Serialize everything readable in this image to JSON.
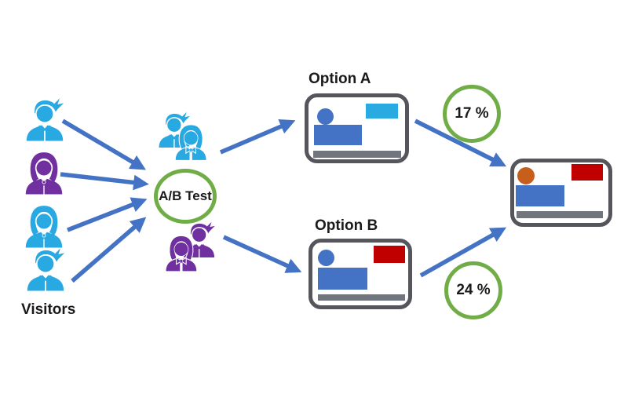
{
  "labels": {
    "visitors": "Visitors",
    "ab_test": "A/B Test",
    "option_a": "Option A",
    "option_b": "Option B",
    "rate_a": "17 %",
    "rate_b": "24 %"
  },
  "icons": {
    "visitor_1": "person-male-icon",
    "visitor_2": "person-female-icon",
    "visitor_3": "person-female-icon",
    "visitor_4": "person-male-icon",
    "group_a": "people-pair-icon",
    "group_b": "people-pair-icon"
  },
  "colors": {
    "arrow_blue": "#4472C4",
    "person_cyan": "#29A9E1",
    "person_purple": "#7030A0",
    "ring_green": "#70AD47",
    "card_border": "#54565B",
    "shape_blue": "#4472C4",
    "shape_cyan": "#29ABE2",
    "shape_red": "#C00000",
    "shape_orange": "#C55F1B",
    "shape_gray": "#71767E",
    "text_black": "#1A1A1A"
  }
}
